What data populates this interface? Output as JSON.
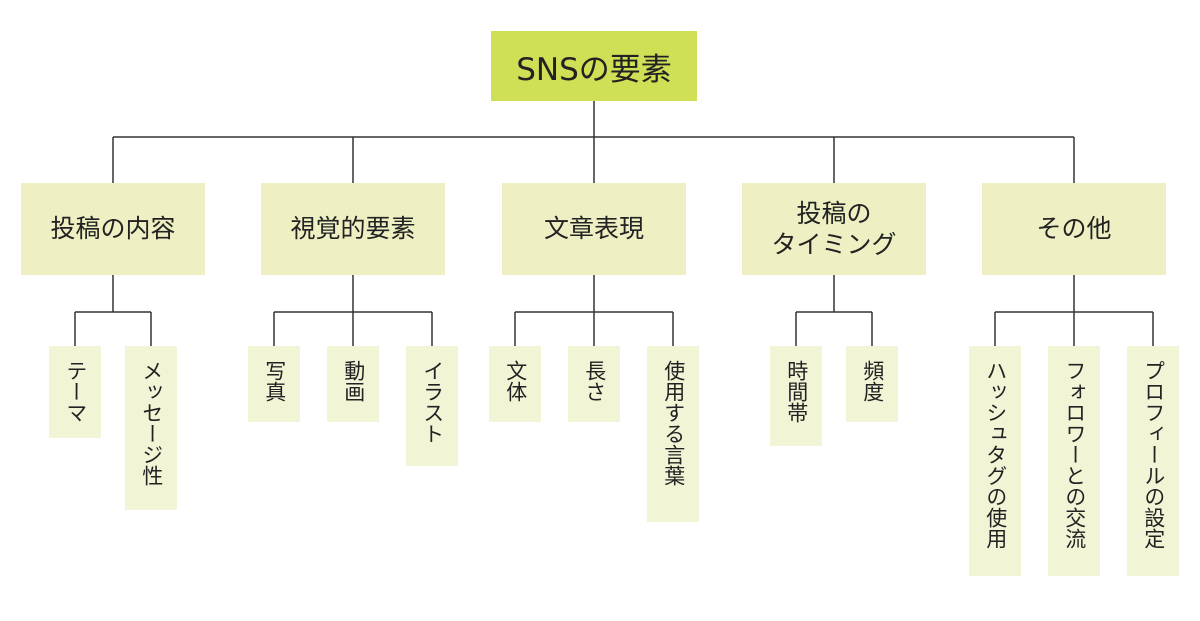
{
  "root": {
    "label": "SNSの要素"
  },
  "categories": [
    {
      "label": "投稿の内容",
      "items": [
        "テーマ",
        "メッセージ性"
      ]
    },
    {
      "label": "視覚的要素",
      "items": [
        "写真",
        "動画",
        "イラスト"
      ]
    },
    {
      "label": "文章表現",
      "items": [
        "文体",
        "長さ",
        "使用する言葉"
      ]
    },
    {
      "label": "投稿の\nタイミング",
      "items": [
        "時間帯",
        "頻度"
      ]
    },
    {
      "label": "その他",
      "items": [
        "ハッシュタグの使用",
        "フォロワーとの交流",
        "プロフィールの設定"
      ]
    }
  ]
}
